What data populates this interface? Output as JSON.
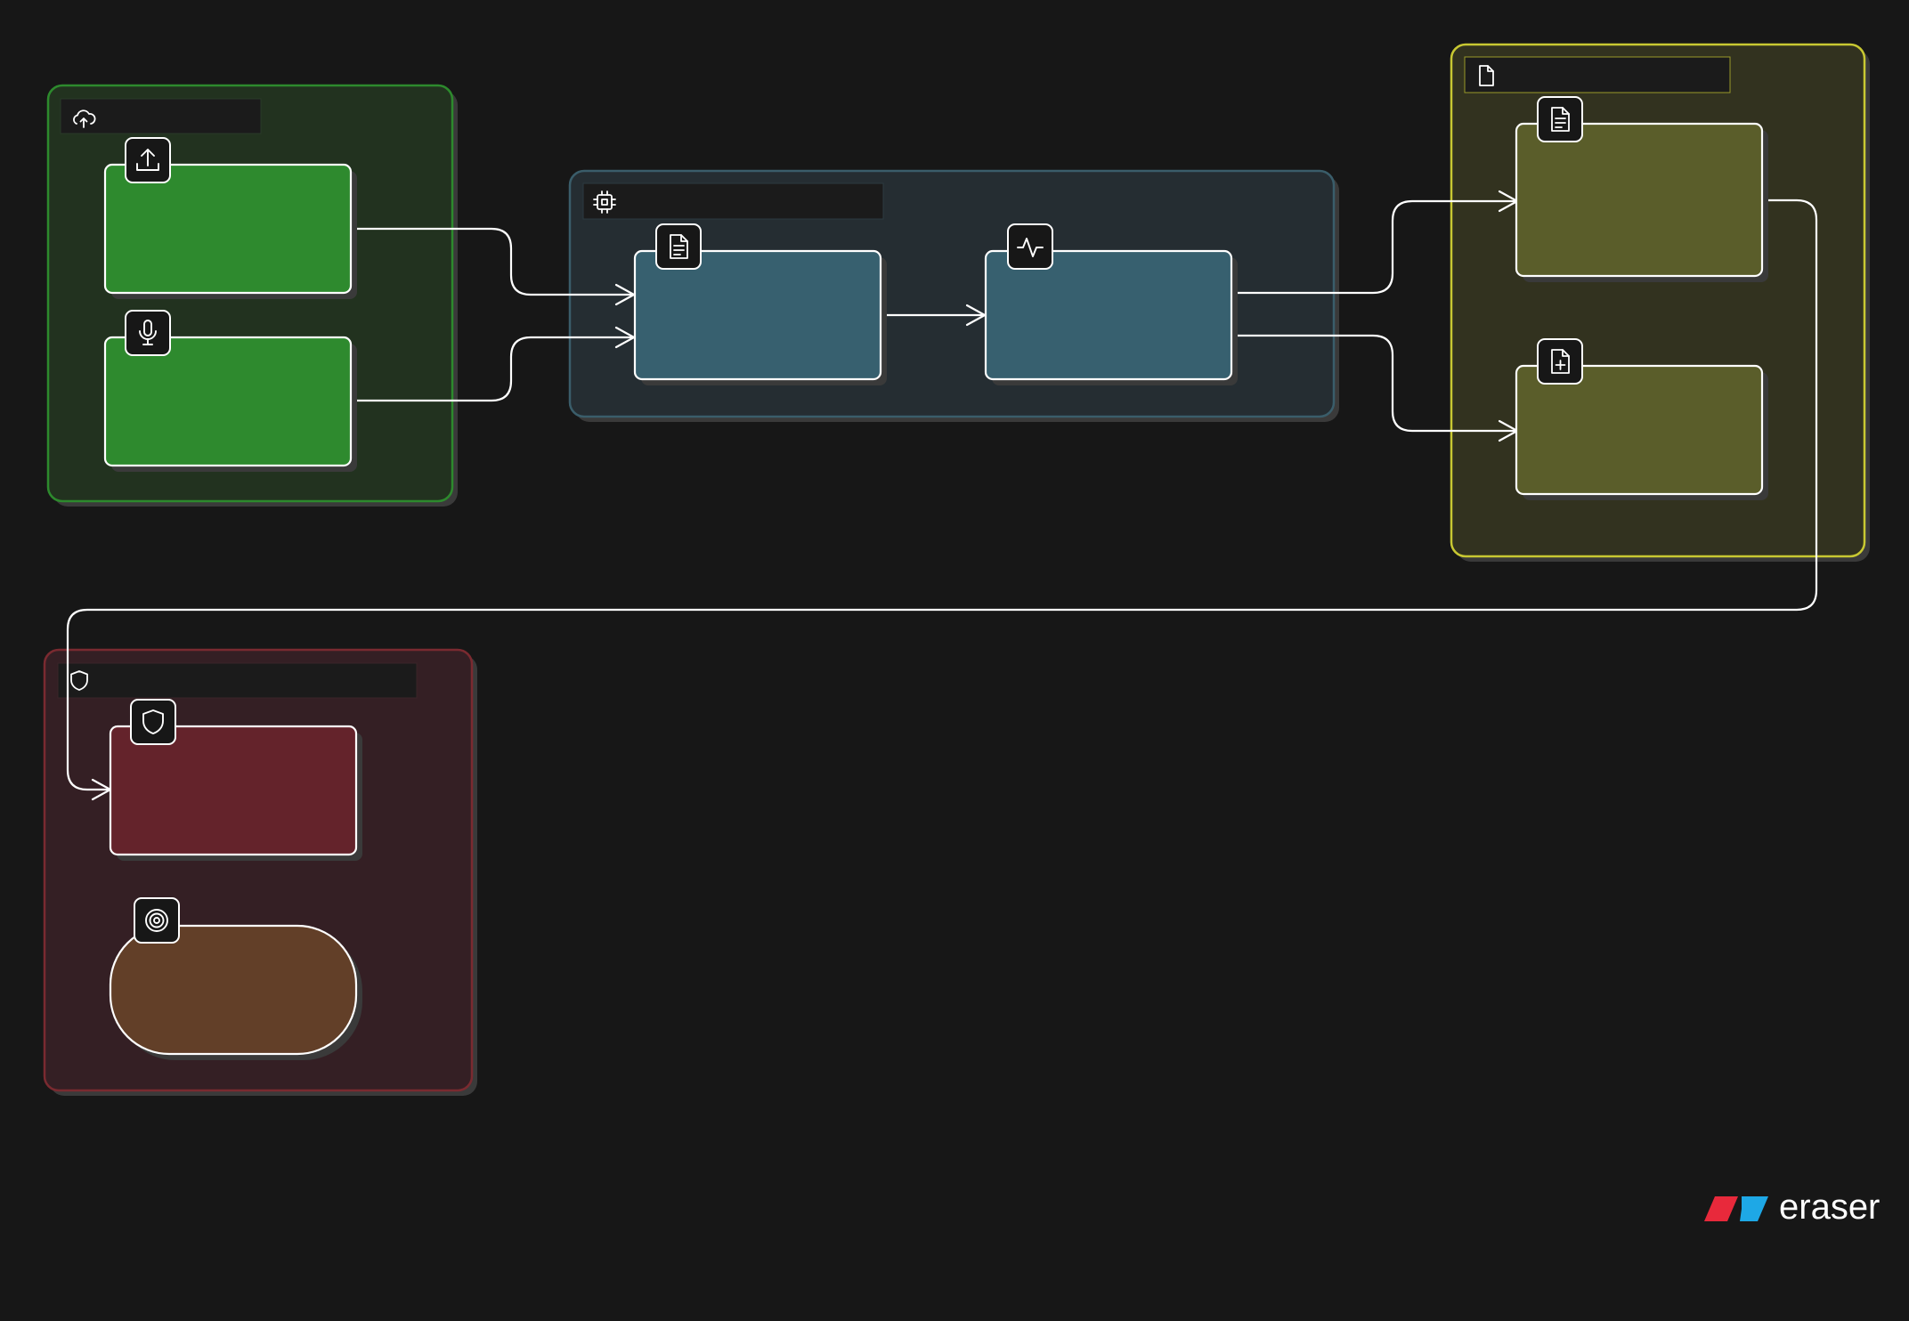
{
  "canvas": {
    "background": "#171717"
  },
  "colors": {
    "stroke": "#ffffff",
    "shadow": "#3a3a3a",
    "label_bar": "#1b1b1b",
    "green_group_fill": "#22321f",
    "green_group_border": "#2d8a2d",
    "green_node": "#2e8a2e",
    "blue_group_fill": "#252d32",
    "blue_group_border": "#3a5d6a",
    "blue_node": "#37606f",
    "yellow_group_fill": "#32321f",
    "yellow_group_border": "#c8c832",
    "yellow_node": "#5a5d2a",
    "red_group_fill": "#341f24",
    "red_group_border": "#7a2a30",
    "red_node": "#64232b",
    "brown_node": "#623f28",
    "brand_red": "#e8293b",
    "brand_blue": "#1ea8e6"
  },
  "groups": [
    {
      "id": "input-group",
      "label": "",
      "icon": "cloud-upload-icon",
      "color": "green"
    },
    {
      "id": "processing-group",
      "label": "",
      "icon": "cpu-icon",
      "color": "blue"
    },
    {
      "id": "output-group",
      "label": "",
      "icon": "file-icon",
      "color": "yellow"
    },
    {
      "id": "security-group",
      "label": "",
      "icon": "shield-icon",
      "color": "red"
    }
  ],
  "nodes": [
    {
      "id": "upload-node",
      "label": "",
      "icon": "upload-icon",
      "group": "input-group"
    },
    {
      "id": "microphone-node",
      "label": "",
      "icon": "microphone-icon",
      "group": "input-group"
    },
    {
      "id": "document-node",
      "label": "",
      "icon": "file-text-icon",
      "group": "processing-group"
    },
    {
      "id": "activity-node",
      "label": "",
      "icon": "activity-icon",
      "group": "processing-group"
    },
    {
      "id": "report-node",
      "label": "",
      "icon": "file-text-icon",
      "group": "output-group"
    },
    {
      "id": "new-file-node",
      "label": "",
      "icon": "file-plus-icon",
      "group": "output-group"
    },
    {
      "id": "shield-node",
      "label": "",
      "icon": "shield-icon",
      "group": "security-group"
    },
    {
      "id": "target-node",
      "label": "",
      "icon": "target-icon",
      "group": "security-group",
      "shape": "pill"
    }
  ],
  "edges": [
    {
      "from": "upload-node",
      "to": "document-node"
    },
    {
      "from": "microphone-node",
      "to": "document-node"
    },
    {
      "from": "document-node",
      "to": "activity-node"
    },
    {
      "from": "activity-node",
      "to": "report-node"
    },
    {
      "from": "activity-node",
      "to": "new-file-node"
    },
    {
      "from": "report-node",
      "to": "shield-node"
    }
  ],
  "brand": {
    "name": "eraser",
    "logo_icon": "eraser-logo-icon"
  }
}
